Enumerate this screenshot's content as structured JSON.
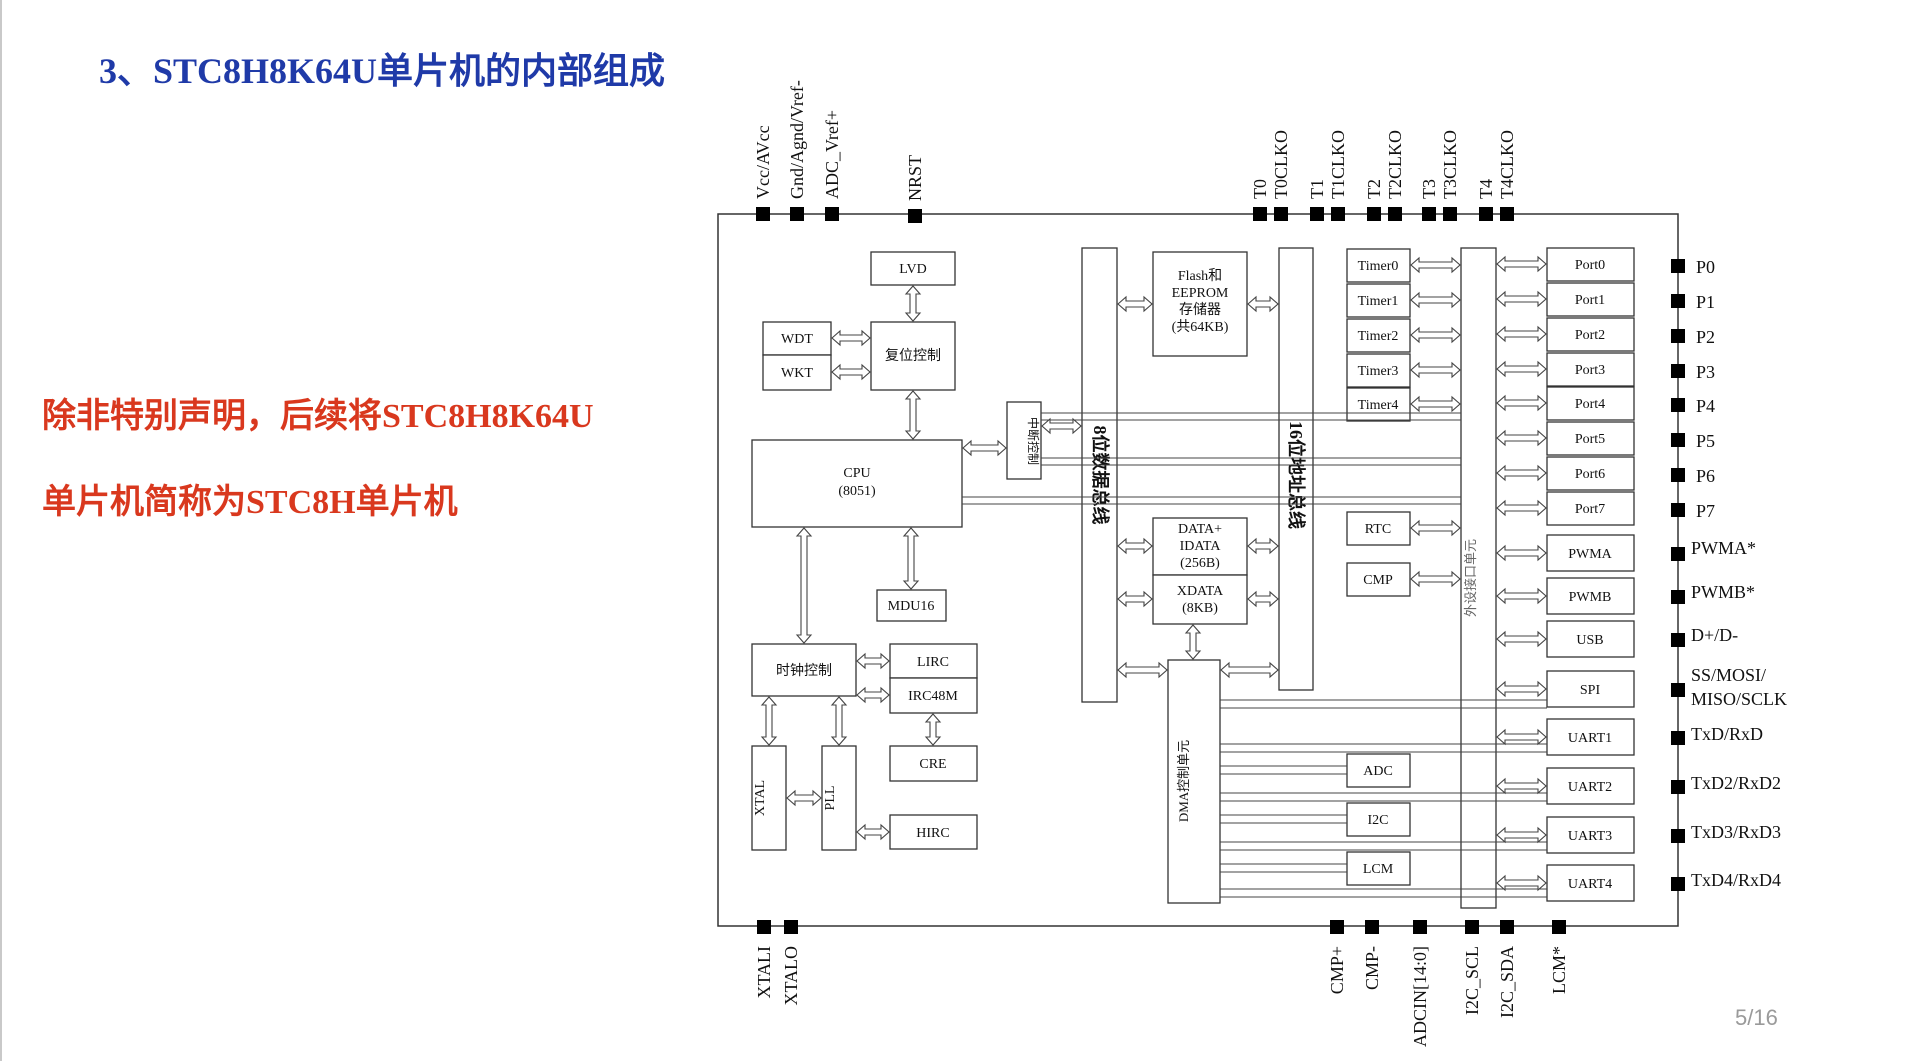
{
  "slide": {
    "title": "3、STC8H8K64U单片机的内部组成",
    "note_line1": "除非特别声明，后续将STC8H8K64U",
    "note_line2": "单片机简称为STC8H单片机",
    "page_number": "5/16",
    "title_color": "#1f3aa8",
    "note_color": "#d9381e"
  },
  "diagram": {
    "top_pins": [
      "Vcc/AVcc",
      "Gnd/Agnd/Vref-",
      "ADC_Vref+",
      "NRST",
      "T0",
      "T0CLKO",
      "T1",
      "T1CLKO",
      "T2",
      "T2CLKO",
      "T3",
      "T3CLKO",
      "T4",
      "T4CLKO"
    ],
    "bottom_pins": [
      "XTALI",
      "XTALO",
      "CMP+",
      "CMP-",
      "ADCIN[14:0]",
      "I2C_SCL",
      "I2C_SDA",
      "LCM*"
    ],
    "right_pins": [
      "P0",
      "P1",
      "P2",
      "P3",
      "P4",
      "P5",
      "P6",
      "P7",
      "PWMA*",
      "PWMB*",
      "D+/D-",
      "SS/MOSI/",
      "MISO/SCLK",
      "TxD/RxD",
      "TxD2/RxD2",
      "TxD3/RxD3",
      "TxD4/RxD4"
    ],
    "blocks": {
      "lvd": "LVD",
      "wdt": "WDT",
      "wkt": "WKT",
      "reset": "复位控制",
      "cpu": "CPU",
      "cpu_sub": "(8051)",
      "interrupt": "中断控制",
      "mdu": "MDU16",
      "clock": "时钟控制",
      "lirc": "LIRC",
      "irc48m": "IRC48M",
      "cre": "CRE",
      "hirc": "HIRC",
      "xtal": "XTAL",
      "pll": "PLL",
      "data_bus": "8位数据总线",
      "addr_bus": "16位地址总线",
      "flash_1": "Flash和",
      "flash_2": "EEPROM",
      "flash_3": "存储器",
      "flash_4": "(共64KB)",
      "data_1": "DATA+",
      "data_2": "IDATA",
      "data_3": "(256B)",
      "xdata_1": "XDATA",
      "xdata_2": "(8KB)",
      "dma": "DMA控制单元",
      "peripheral": "外设接口单元",
      "rtc": "RTC",
      "cmp": "CMP",
      "adc": "ADC",
      "i2c": "I2C",
      "lcm": "LCM",
      "timers": [
        "Timer0",
        "Timer1",
        "Timer2",
        "Timer3",
        "Timer4"
      ],
      "ports": [
        "Port0",
        "Port1",
        "Port2",
        "Port3",
        "Port4",
        "Port5",
        "Port6",
        "Port7"
      ],
      "periph": [
        "PWMA",
        "PWMB",
        "USB",
        "SPI",
        "UART1",
        "UART2",
        "UART3",
        "UART4"
      ]
    },
    "data_bus_color": "#b21f1f",
    "addr_bus_color": "#5a3d8f"
  }
}
